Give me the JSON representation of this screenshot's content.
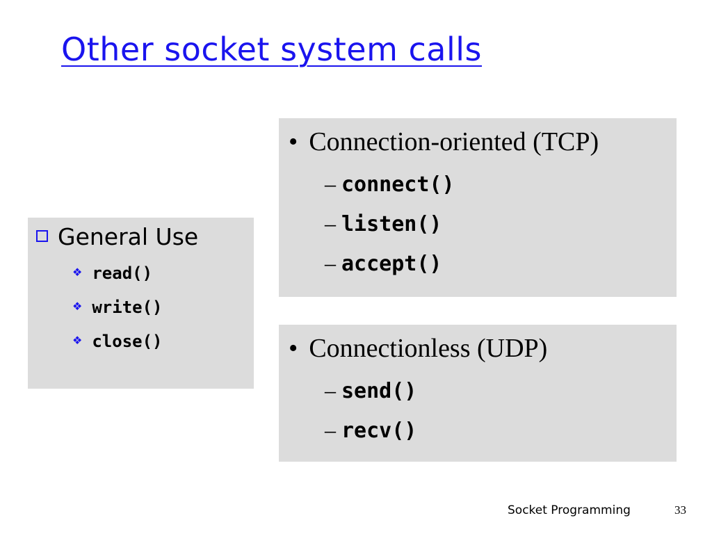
{
  "title": "Other socket system calls",
  "general": {
    "heading": "General Use",
    "items": [
      "read()",
      "write()",
      "close()"
    ]
  },
  "tcp": {
    "heading": "Connection-oriented (TCP)",
    "items": [
      "connect()",
      "listen()",
      "accept()"
    ]
  },
  "udp": {
    "heading": "Connectionless (UDP)",
    "items": [
      "send()",
      "recv()"
    ]
  },
  "footer": {
    "label": "Socket Programming",
    "page": "33"
  },
  "colors": {
    "title": "#1a14ee",
    "box_fill": "#dcdcdc",
    "bullet_accent": "#1a14ee"
  },
  "icons": {
    "general_bullet": "hollow-square-icon",
    "sub_bullet": "four-diamond-icon"
  }
}
